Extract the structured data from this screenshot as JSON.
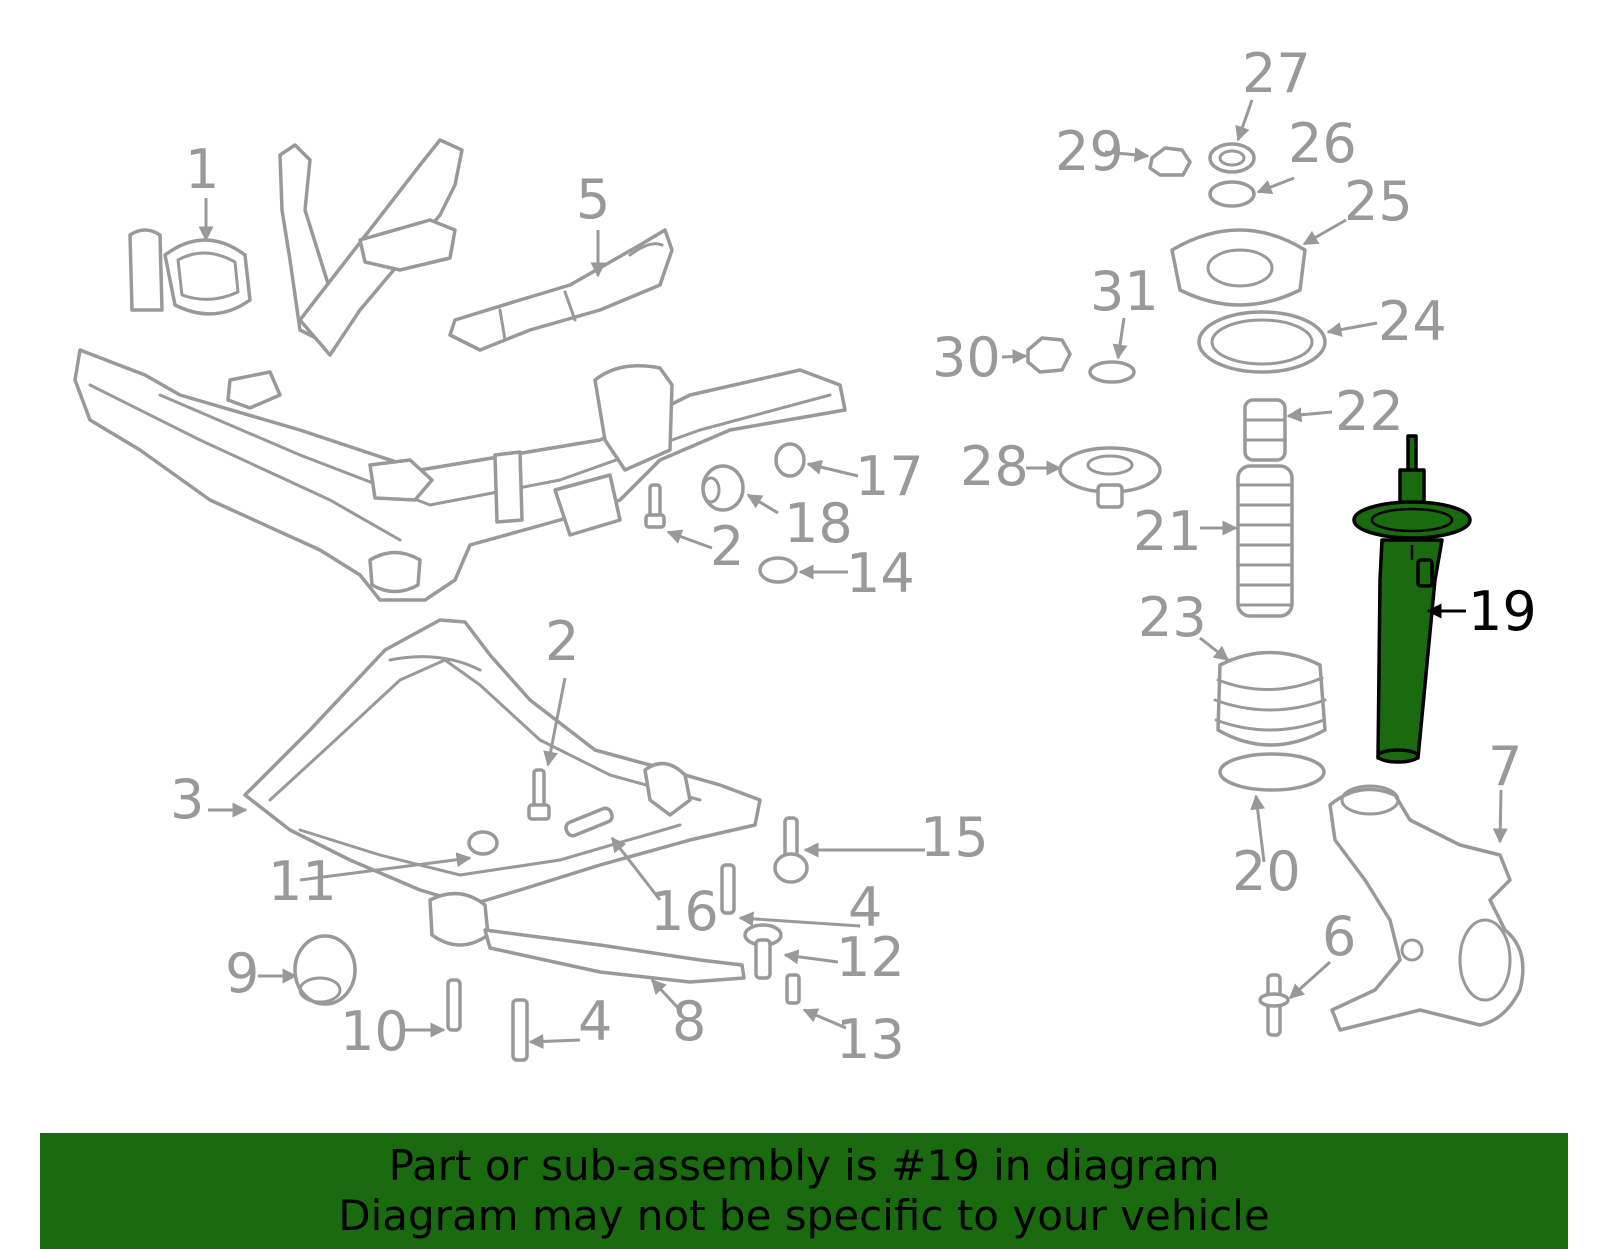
{
  "diagram": {
    "highlight_color": "#1a6b0f",
    "line_color": "#999999",
    "highlighted_part": "19",
    "callouts": [
      "1",
      "2",
      "2",
      "3",
      "4",
      "4",
      "5",
      "6",
      "7",
      "8",
      "9",
      "10",
      "11",
      "12",
      "13",
      "14",
      "15",
      "16",
      "17",
      "18",
      "19",
      "20",
      "21",
      "22",
      "23",
      "24",
      "25",
      "26",
      "27",
      "28",
      "29",
      "30",
      "31"
    ]
  },
  "banner": {
    "line1": "Part or sub-assembly is #19 in diagram",
    "line2": "Diagram may not be specific to your vehicle",
    "background": "#1a6b0f"
  }
}
